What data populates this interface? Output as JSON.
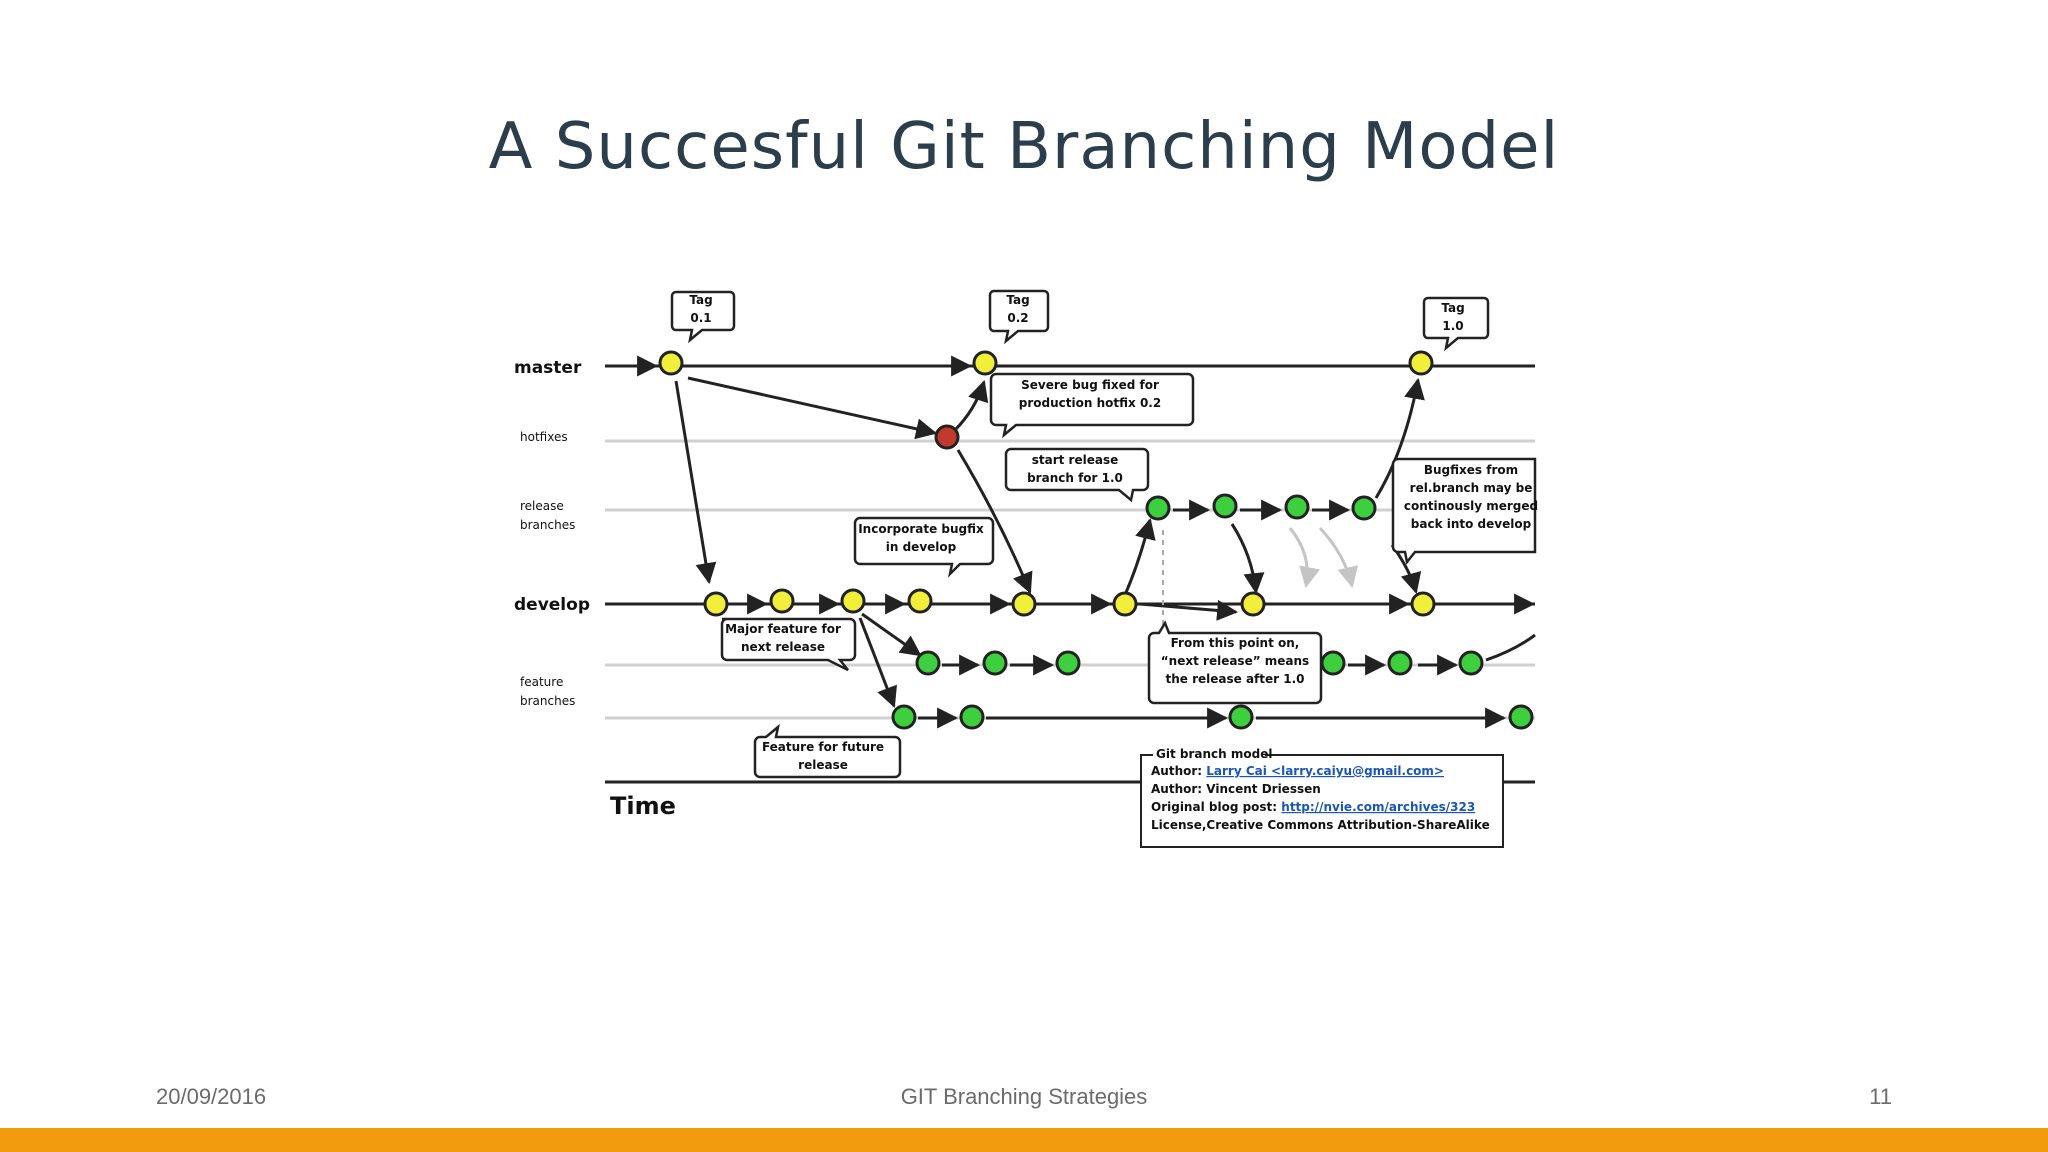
{
  "slide": {
    "title": "A Succesful Git Branching Model"
  },
  "diagram": {
    "branches": {
      "master": "master",
      "hotfixes": "hotfixes",
      "release": [
        "release",
        "branches"
      ],
      "develop": "develop",
      "feature": [
        "feature",
        "branches"
      ]
    },
    "time_label": "Time",
    "tags": [
      [
        "Tag",
        "0.1"
      ],
      [
        "Tag",
        "0.2"
      ],
      [
        "Tag",
        "1.0"
      ]
    ],
    "callouts": {
      "severe_bug": [
        "Severe bug fixed for",
        "production hotfix 0.2"
      ],
      "start_release": [
        "start release",
        "branch for 1.0"
      ],
      "incorporate": [
        "Incorporate bugfix",
        "in develop"
      ],
      "bugfixes": [
        "Bugfixes from",
        "rel.branch may be",
        "continously merged",
        "back into develop"
      ],
      "major_feature": [
        "Major feature for",
        "next release"
      ],
      "next_release": [
        "From this point on,",
        "“next release” means",
        "the release after 1.0"
      ],
      "future_feature": [
        "Feature for future",
        "release"
      ]
    },
    "credits": {
      "heading": "Git branch model",
      "author1_prefix": "Author: ",
      "author1": "Larry Cai <larry.caiyu@gmail.com>",
      "author2": "Author: Vincent Driessen",
      "blog_prefix": "Original blog post: ",
      "blog_url": "http://nvie.com/archives/323",
      "license": "License,Creative Commons Attribution-ShareAlike"
    },
    "colors": {
      "yellow_commit": "#f2ef3a",
      "green_commit": "#3ecf3e",
      "red_commit": "#c0392b"
    }
  },
  "footer": {
    "date": "20/09/2016",
    "center": "GIT Branching Strategies",
    "page": "11"
  },
  "accent_color": "#f29b0e"
}
